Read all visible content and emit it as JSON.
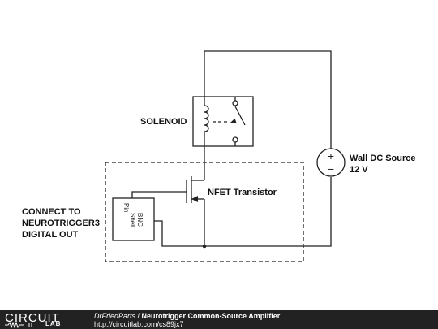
{
  "diagram": {
    "labels": {
      "solenoid": "SOLENOID",
      "nfet": "NFET Transistor",
      "source_line1": "Wall DC Source",
      "source_line2": "12 V",
      "connect_line1": "CONNECT TO",
      "connect_line2": "NEUROTRIGGER3",
      "connect_line3": "DIGITAL OUT",
      "bnc_label": "BNC",
      "pin_label": "Pin",
      "shell_label": "Shell"
    },
    "source_polarity": {
      "plus": "+",
      "minus": "−"
    }
  },
  "footer": {
    "logo_word1": "CIRCUIT",
    "logo_word2": "LAB",
    "author": "DrFriedParts",
    "separator": " / ",
    "title": "Neurotrigger Common-Source Amplifier",
    "url": "http://circuitlab.com/cs89jx7"
  },
  "colors": {
    "wire": "#222222",
    "footer_bg": "#222222"
  }
}
